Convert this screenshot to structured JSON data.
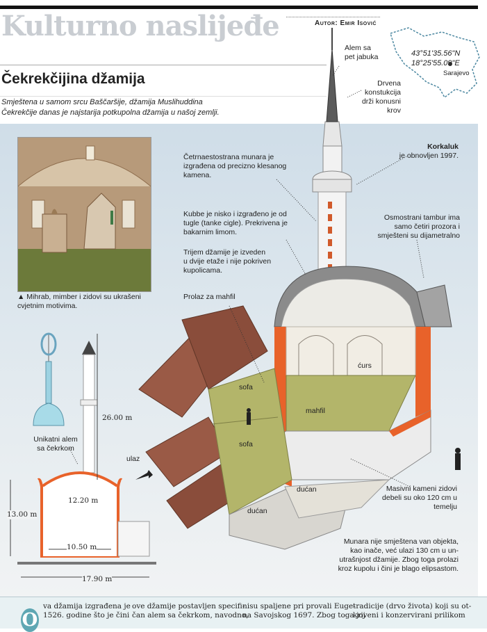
{
  "header": {
    "section_title": "Kulturno naslijeđe",
    "author": "Autor: Emir Isović"
  },
  "article": {
    "title": "Čekrekčijina džamija",
    "lede": "Smještena u samom srcu Baščaršije, džamija Muslihuddina Čekrekčije danas je najstarija potkupolna džamija u našoj zemlji."
  },
  "map": {
    "coordinates": "43°51'35.56\"N\n18°25'55.09\"E",
    "city": "Sarajevo"
  },
  "photo": {
    "caption": "▲ Mihrab, mimber i zidovi su ukrašeni cvjetnim motivima."
  },
  "callouts": {
    "alem": "Alem sa\npet jabuka",
    "roof": "Drvena\nkonstukcija\ndrži konusni\nkrov",
    "korkaluk_title": "Korkaluk",
    "korkaluk_text": "je obnovljen 1997.",
    "minaret": "Četrnaestostrana munara je\nizgrađena od precizno klesanog\nkamena.",
    "kubbe": "Kubbe je nisko i izgrađeno je od\ntugle (tanke cigle). Prekrivena je\nbakarnim limom.",
    "tambur": "Osmostrani tambur ima\nsamo četiri prozora i\nsmješteni su dijametralno",
    "trijem": "Trijem džamije je izveden\nu dvije etaže i nije pokriven\nkupolicama.",
    "prolaz": "Prolaz za mahfil",
    "walls": "Masivni kameni zidovi\ndebeli su oko 120 cm u\ntemelju",
    "munara_pos": "Munara nije smještena van objekta,\nkao inače, već ulazi 130 cm u un-\nutrašnjost džamije. Zbog toga prolazi\nkroz kupolu i čini je blago elipsastom.",
    "unique_alem": "Unikatni alem\nsa čekrkom"
  },
  "building_labels": {
    "sofa_top": "sofa",
    "sofa_mid": "sofa",
    "mahfil": "mahfil",
    "curs": "ćurs",
    "ducan_right": "dućan",
    "ducan_left": "dućan",
    "ulaz": "ulaz"
  },
  "dimensions": {
    "minaret_height": "26.00 m",
    "wall_height": "13.00 m",
    "inner_height": "12.20 m",
    "dome_width": "10.50 m",
    "total_width": "17.90 m"
  },
  "body_text": {
    "dropcap": "O",
    "col1": "va džamija izgrađena je\n1526. godine što je čini",
    "col2": "ove džamije postavljen specifi-\nčan alem sa čekrkom, navodno,",
    "col3": "nisu spaljene pri provali Euge-\nna Savojskog 1697. Zbog toga joj",
    "col4": "tradicije (drvo života) koji su ot-\nkriveni i konzervirani prilikom"
  },
  "colors": {
    "accent_orange": "#e8622a",
    "roof_brown": "#9a5a46",
    "dropcap_teal": "#5fa7b3",
    "title_grey": "#c9cdd2"
  }
}
